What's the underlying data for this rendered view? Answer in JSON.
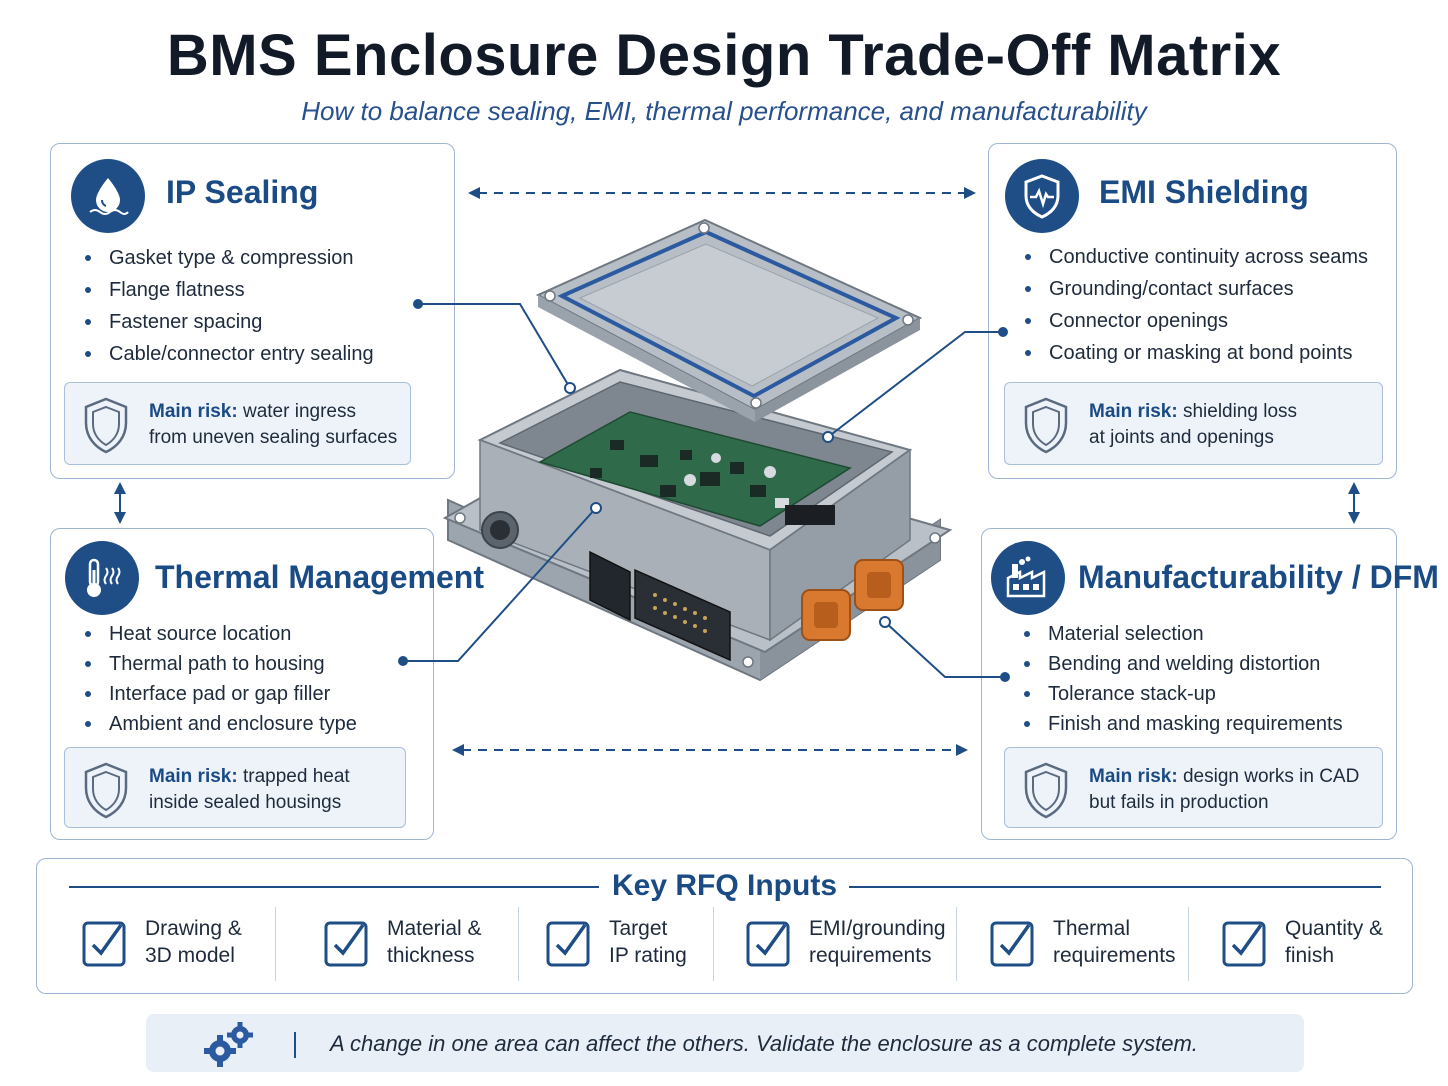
{
  "header": {
    "title": "BMS Enclosure Design Trade-Off Matrix",
    "subtitle": "How to balance sealing, EMI, thermal performance, and manufacturability"
  },
  "cards": {
    "ip_sealing": {
      "title": "IP Sealing",
      "icon": "water-drop-icon",
      "bullets": [
        "Gasket type & compression",
        "Flange flatness",
        "Fastener spacing",
        "Cable/connector entry sealing"
      ],
      "risk_label": "Main risk:",
      "risk_line1": "water ingress",
      "risk_line2": "from uneven sealing surfaces"
    },
    "emi_shielding": {
      "title": "EMI Shielding",
      "icon": "shield-pulse-icon",
      "bullets": [
        "Conductive continuity across seams",
        "Grounding/contact surfaces",
        "Connector openings",
        "Coating or masking at bond points"
      ],
      "risk_label": "Main risk:",
      "risk_line1": "shielding loss",
      "risk_line2": "at joints and openings"
    },
    "thermal": {
      "title": "Thermal Management",
      "icon": "thermometer-icon",
      "bullets": [
        "Heat source location",
        "Thermal path to housing",
        "Interface pad or gap filler",
        "Ambient and enclosure type"
      ],
      "risk_label": "Main risk:",
      "risk_line1": "trapped heat",
      "risk_line2": "inside sealed housings"
    },
    "dfm": {
      "title": "Manufacturability / DFM",
      "icon": "factory-icon",
      "bullets": [
        "Material selection",
        "Bending and welding distortion",
        "Tolerance stack-up",
        "Finish and masking requirements"
      ],
      "risk_label": "Main risk:",
      "risk_line1": "design works in CAD",
      "risk_line2": "but fails in production"
    }
  },
  "rfq": {
    "title": "Key RFQ Inputs",
    "items": [
      {
        "line1": "Drawing &",
        "line2": "3D model"
      },
      {
        "line1": "Material &",
        "line2": "thickness"
      },
      {
        "line1": "Target",
        "line2": "IP rating"
      },
      {
        "line1": "EMI/grounding",
        "line2": "requirements"
      },
      {
        "line1": "Thermal",
        "line2": "requirements"
      },
      {
        "line1": "Quantity &",
        "line2": "finish"
      }
    ]
  },
  "footer": {
    "text": "A change in one area can affect the others. Validate the enclosure as a complete system.",
    "icon": "gears-icon"
  },
  "colors": {
    "accent_navy": "#1f4e86",
    "title_blue": "#1b4b85",
    "card_border": "#9fb5d2",
    "risk_bg": "#eef3fa",
    "connector_orange": "#d9782f",
    "pcb_green": "#2f6b4a"
  }
}
